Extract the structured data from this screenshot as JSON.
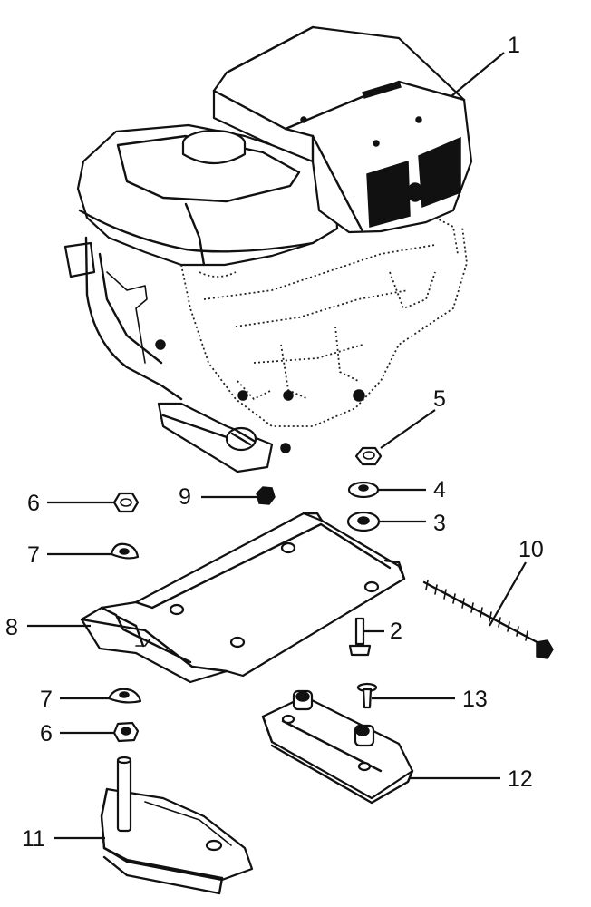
{
  "callouts": {
    "c1": "1",
    "c2": "2",
    "c3": "3",
    "c4": "4",
    "c5": "5",
    "c6a": "6",
    "c6b": "6",
    "c7a": "7",
    "c7b": "7",
    "c8": "8",
    "c9": "9",
    "c10": "10",
    "c11": "11",
    "c12": "12",
    "c13": "13"
  }
}
